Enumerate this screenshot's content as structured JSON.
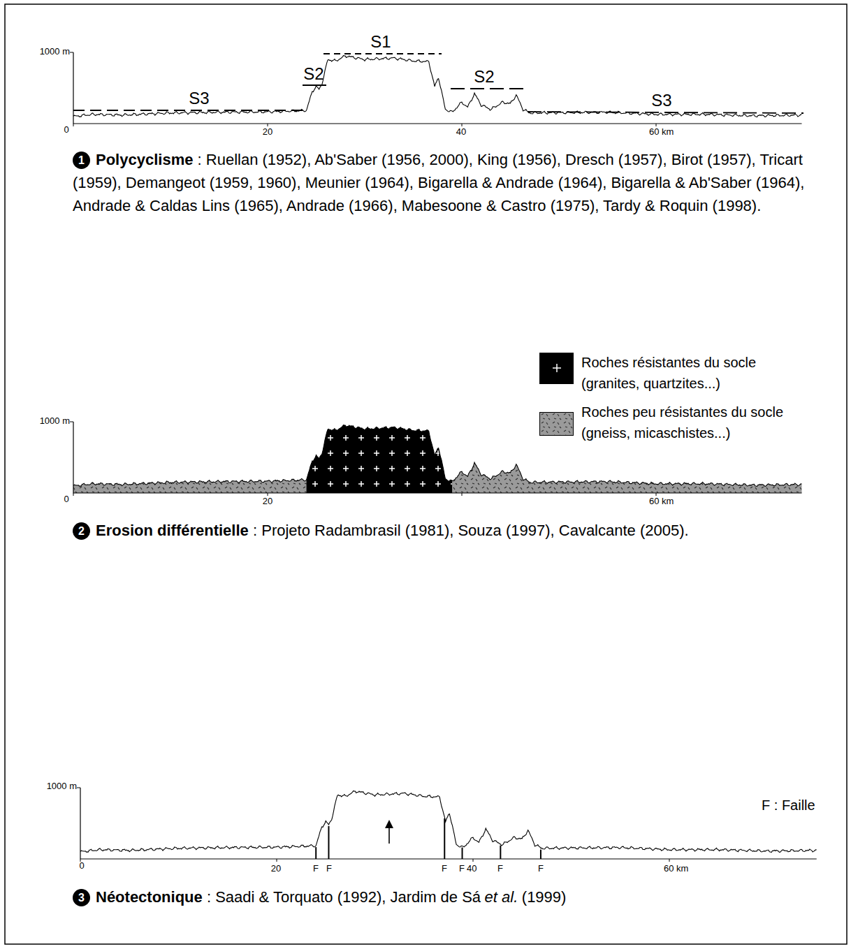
{
  "diagram": {
    "labels": [
      "1000 m",
      "0",
      "20",
      "40",
      "60 km",
      "S1",
      "S2",
      "S2",
      "S3",
      "S3",
      "1",
      "Polycyclisme",
      ": Ruellan (1952), Ab'Saber (1956, 2000), King (1956), Dresch (1957), Birot (1957), Tricart (1959), Demangeot (1959, 1960), Meunier (1964), Bigarella & Andrade (1964), Bigarella & Ab'Saber (1964), Andrade & Caldas Lins (1965), Andrade (1966), Mabesoone & Castro (1975), Tardy & Roquin (1998).",
      "1000 m",
      "0",
      "20",
      "60 km",
      "2",
      "Erosion différentielle",
      ": Projeto Radambrasil (1981), Souza (1997), Cavalcante (2005).",
      "1000 m",
      "0",
      "20",
      "F",
      "F",
      "F",
      "F",
      "40",
      "F",
      "F",
      "60 km",
      "F : Faille",
      "3",
      "Néotectonique",
      ": Saadi & Torquato (1992), Jardim de Sá",
      "et al.",
      "(1999)"
    ],
    "legend": [
      {
        "text": "Roches résistantes du socle (granites, quartzites...)",
        "color": "#000000"
      },
      {
        "text": "Roches peu résistantes du socle (gneiss, micaschistes...)",
        "color": "#9a9a9a"
      }
    ]
  }
}
